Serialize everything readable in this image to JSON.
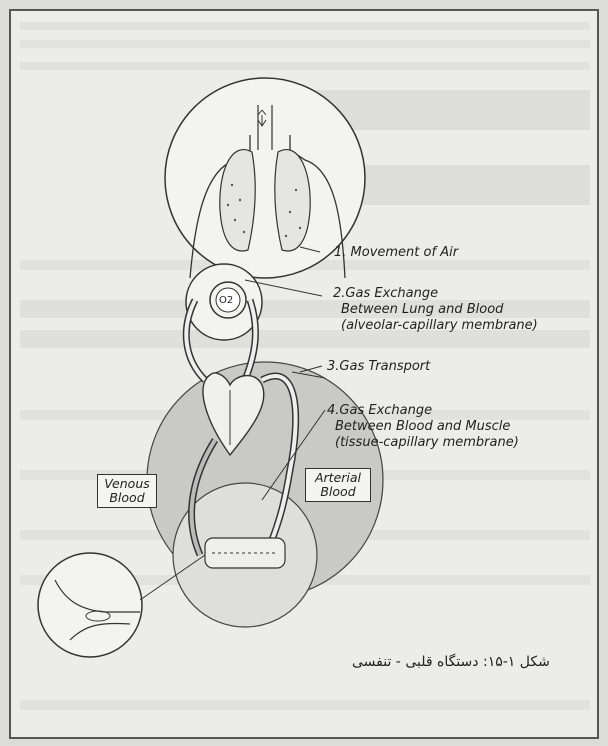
{
  "labels": {
    "l1": "1. Movement of Air",
    "l2a": "2.Gas Exchange",
    "l2b": "Between Lung and Blood",
    "l2c": "(alveolar-capillary membrane)",
    "l3": "3.Gas Transport",
    "l4a": "4.Gas Exchange",
    "l4b": "Between Blood and Muscle",
    "l4c": "(tissue-capillary membrane)",
    "o2": "O2"
  },
  "boxes": {
    "venous_a": "Venous",
    "venous_b": "Blood",
    "arterial_a": "Arterial",
    "arterial_b": "Blood"
  },
  "caption": "شکل ۱-۱۵: دستگاه قلبی - تنفسی",
  "colors": {
    "background": "#dcdcdb",
    "paper": "#ececea",
    "stipple": "#c9c9c7",
    "ink": "#222222"
  }
}
